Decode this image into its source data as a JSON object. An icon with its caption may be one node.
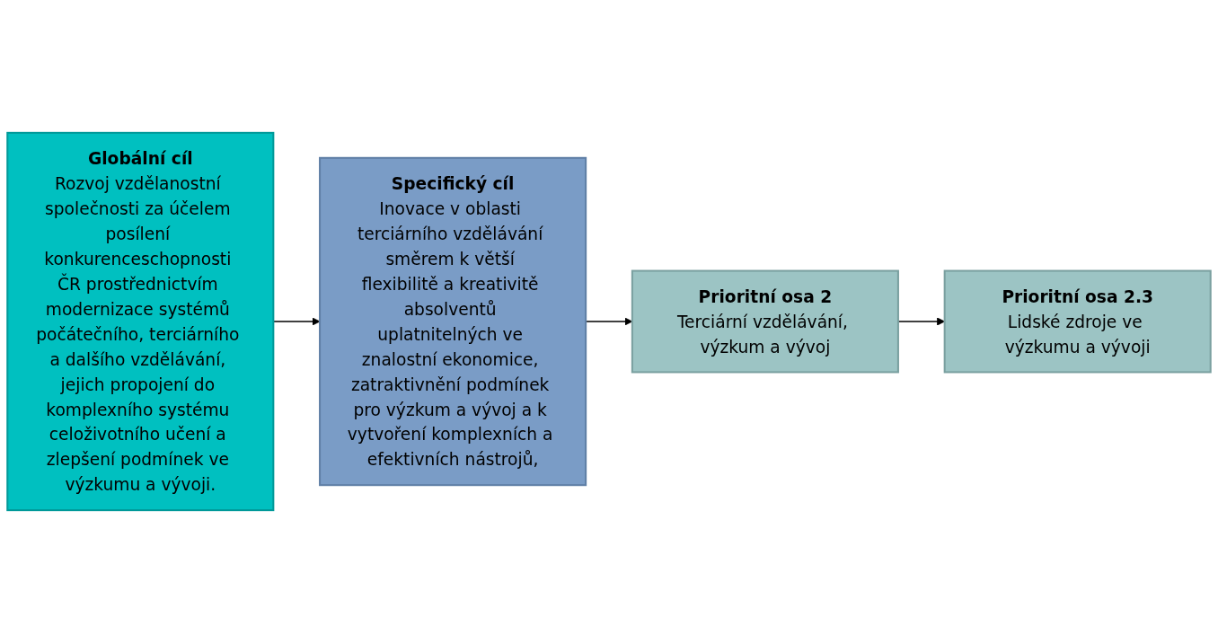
{
  "diagram": {
    "nodes": [
      {
        "text": [
          "Globální cíl",
          "Rozvoj vzdělanostní společnosti za účelem posílení konkurenceschopnosti ČR prostřednictvím modernizace systémů počátečního, terciárního a dalšího vzdělávání, jejich propojení do komplexního systému celoživotního učení a zlepšení podmínek ve výzkumu a vývoji."
        ]
      },
      {
        "text": [
          "Specifický cíl",
          "Inovace v oblasti terciárního vzdělávání směrem k větší flexibilitě a kreativitě absolventů uplatnitelných ve znalostní ekonomice, zatraktivnění podmínek pro výzkum a vývoj a k vytvoření komplexních a efektivních nástrojů,"
        ]
      },
      {
        "text": [
          "Prioritní osa 2",
          "Terciární vzdělávání, výzkum a vývoj"
        ]
      },
      {
        "text": [
          "Prioritní osa 2.3",
          "Lidské zdroje ve výzkumu a vývoji"
        ]
      }
    ],
    "edges": [
      {
        "from": 0,
        "to": 1,
        "arrow": "to"
      },
      {
        "from": 1,
        "to": 2,
        "arrow": "to"
      },
      {
        "from": 2,
        "to": 3,
        "arrow": "to"
      }
    ]
  }
}
